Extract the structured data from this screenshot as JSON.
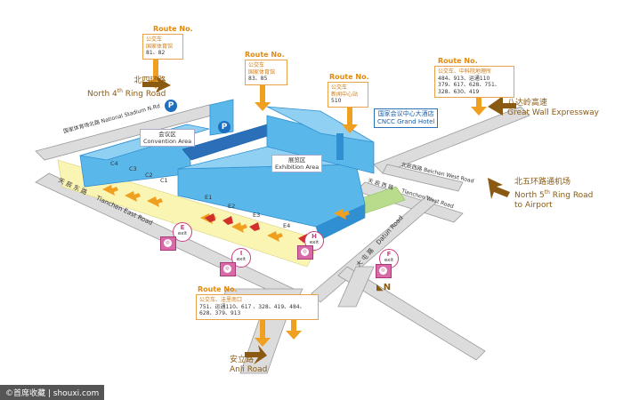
{
  "routes": {
    "r1": {
      "head": "Route No.",
      "line1": "公交车",
      "line2": "国家体育馆",
      "nums": "81、82"
    },
    "r2": {
      "head": "Route No.",
      "line1": "公交车",
      "line2": "国家体育馆",
      "nums": "83、85"
    },
    "r3": {
      "head": "Route No.",
      "line1": "公交车",
      "line2": "新闻中心站",
      "nums": "510"
    },
    "r4": {
      "head": "Route No.",
      "line1": "公交车、中科院地理所",
      "nums1": "484、913、运通110",
      "nums2": "379、617、628、751、",
      "nums3": "328、630、419"
    },
    "r5": {
      "head": "Route No.",
      "line1": "公交车、洼里南口",
      "nums1": "751、运通110、617 、328、419、484、",
      "nums2": "628、379、913"
    }
  },
  "roads": {
    "north4_cn": "北四环路",
    "north4_en": "North 4",
    "north4_sup": "th",
    "north4_tail": " Ring Road",
    "greatwall_cn": "八达岭高速",
    "greatwall_en": "Great Wall Expressway",
    "north5_cn": "北五环路通机场",
    "north5_en1": "North 5",
    "north5_sup": "th",
    "north5_en2": " Ring Road",
    "north5_en3": "to Airport",
    "anli_cn": "安立路",
    "anli_en": "Anli Road",
    "stadium_n": "国家体育场北路",
    "stadium_n_en": "National Stadium N.Rd",
    "beichen_w_cn": "北辰西路",
    "beichen_w_en": "Beichen West Road",
    "tianchen_e_cn": "天 辰 东 路",
    "tianchen_e_en": "Tianchen East Road",
    "tianchen_w_cn": "天 辰 西 路",
    "tianchen_w_en": "Tianchen West Road",
    "datun_cn": "大 屯 路",
    "datun_en": "Datun Road"
  },
  "areas": {
    "convention_cn": "会议区",
    "convention_en": "Convention Area",
    "exhibition_cn": "展览区",
    "exhibition_en": "Exhibition Area",
    "hotel_cn": "国家会议中心大酒店",
    "hotel_en": "CNCC Grand Hotel"
  },
  "gates": {
    "c4": "C4",
    "c3": "C3",
    "c2": "C2",
    "c1": "C1",
    "e1": "E1",
    "e2": "E2",
    "e3": "E3",
    "e4": "E4"
  },
  "exits": {
    "e": {
      "letter": "E",
      "word": "exit"
    },
    "i": {
      "letter": "I",
      "word": "exit"
    },
    "h": {
      "letter": "H",
      "word": "exit"
    },
    "f": {
      "letter": "F",
      "word": "exit"
    }
  },
  "parking_letter": "P",
  "compass": "N",
  "watermark": "©首席收藏 | shouxi.com",
  "colors": {
    "building": "#59b7ea",
    "building_dark": "#2f8fd0",
    "plaza": "#fbf5b4",
    "road": "#d9d9d9",
    "route_orange": "#e08a10",
    "arrow_brown": "#8b5a12",
    "exit_pink": "#d86aa8"
  }
}
